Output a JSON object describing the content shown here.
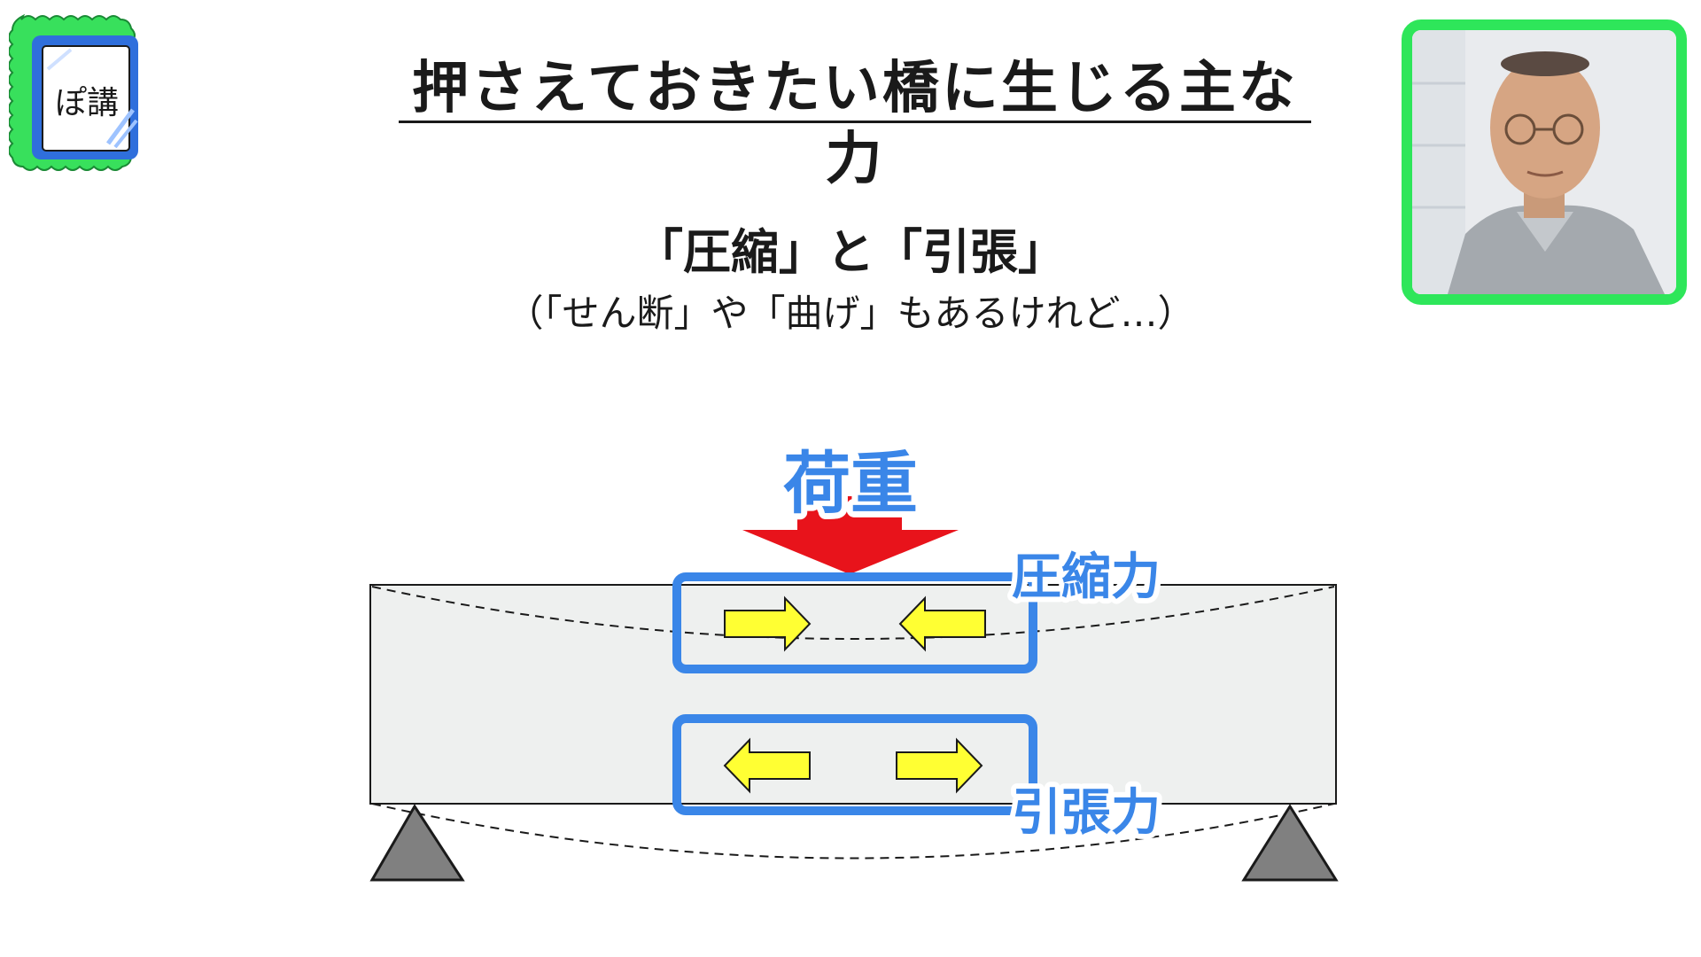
{
  "slide": {
    "title": "押さえておきたい橋に生じる主な力",
    "subtitle": "「圧縮」と「引張」",
    "subnote": "（「せん断」や「曲げ」もあるけれど…）"
  },
  "logo": {
    "text": "ぽ講",
    "icon": "logo-badge-icon"
  },
  "diagram": {
    "load_label": "荷重",
    "compression_label": "圧縮力",
    "tension_label": "引張力"
  },
  "colors": {
    "accent_blue": "#3a86e8",
    "load_red": "#e8131b",
    "arrow_yellow": "#ffff33",
    "beam_fill": "#eef0ef",
    "support_gray": "#808080",
    "webcam_green": "#2ee65a",
    "logo_green": "#38e05c"
  }
}
